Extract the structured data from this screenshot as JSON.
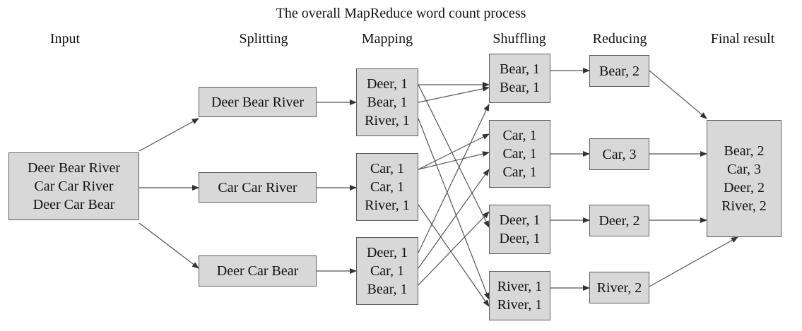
{
  "title": "The overall MapReduce word count process",
  "stages": {
    "input": "Input",
    "splitting": "Splitting",
    "mapping": "Mapping",
    "shuffling": "Shuffling",
    "reducing": "Reducing",
    "final": "Final result"
  },
  "input": [
    "Deer Bear River",
    "Car Car River",
    "Deer Car Bear"
  ],
  "splits": [
    "Deer Bear River",
    "Car Car River",
    "Deer Car Bear"
  ],
  "maps": [
    [
      "Deer, 1",
      "Bear, 1",
      "River, 1"
    ],
    [
      "Car, 1",
      "Car, 1",
      "River, 1"
    ],
    [
      "Deer, 1",
      "Car, 1",
      "Bear, 1"
    ]
  ],
  "shuffles": [
    [
      "Bear, 1",
      "Bear, 1"
    ],
    [
      "Car, 1",
      "Car, 1",
      "Car, 1"
    ],
    [
      "Deer, 1",
      "Deer, 1"
    ],
    [
      "River, 1",
      "River, 1"
    ]
  ],
  "reduces": [
    "Bear, 2",
    "Car, 3",
    "Deer, 2",
    "River, 2"
  ],
  "final": [
    "Bear, 2",
    "Car, 3",
    "Deer, 2",
    "River, 2"
  ],
  "colors": {
    "box_fill": "#d8d8d8",
    "box_border": "#5c5c5c",
    "arrow": "#555555"
  }
}
